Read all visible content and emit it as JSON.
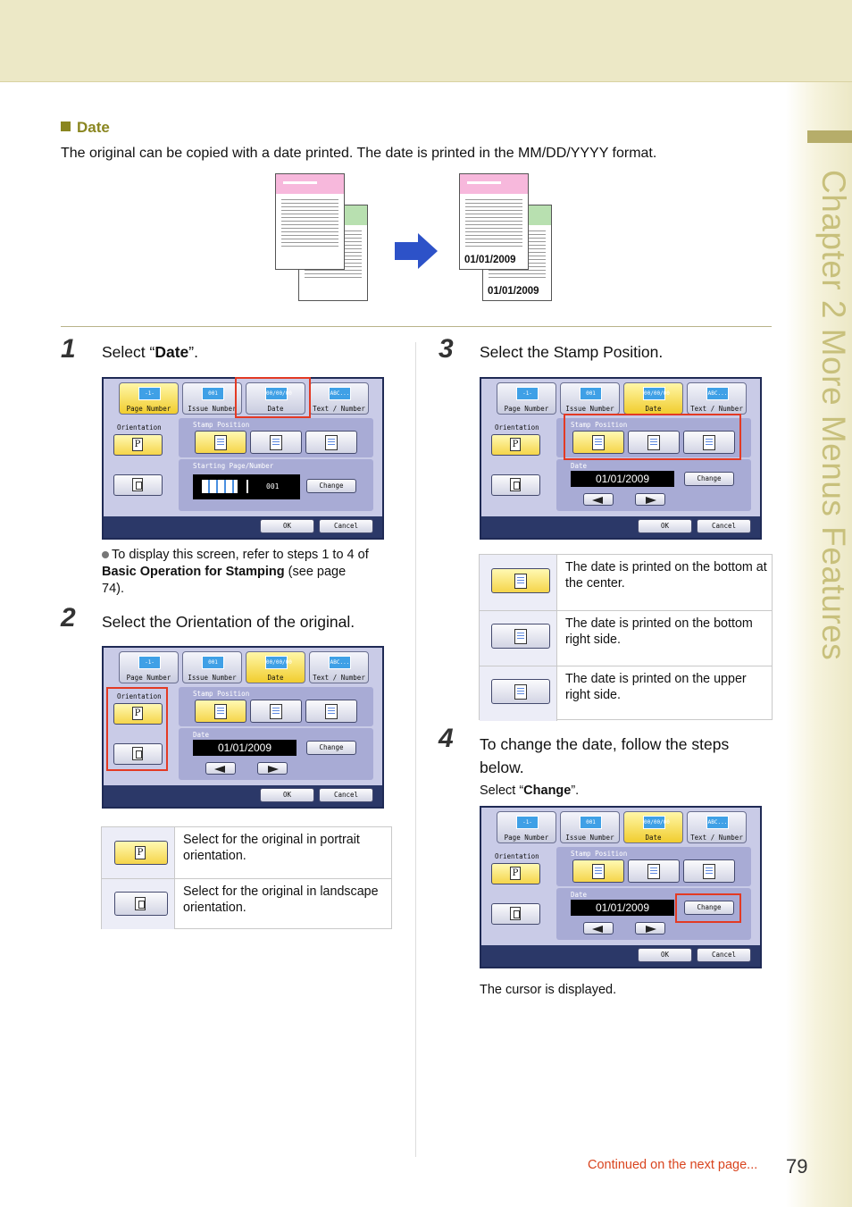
{
  "chapter": "Chapter 2   More Menus Features",
  "section": {
    "heading": "Date",
    "intro": "The original can be copied with a date printed. The date is printed in the MM/DD/YYYY format."
  },
  "illustration": {
    "stamp_front": "01/01/2009",
    "stamp_back": "01/01/2009"
  },
  "steps": [
    {
      "num": "1",
      "text_prefix": "Select “",
      "text_bold": "Date",
      "text_suffix": "”.",
      "note_line1": "To display this screen, refer to steps 1 to 4 of",
      "note_bold": "Basic Operation for Stamping",
      "note_rest": " (see page",
      "note_line3": "74)."
    },
    {
      "num": "2",
      "text": "Select the Orientation of the original."
    },
    {
      "num": "3",
      "text": "Select the Stamp Position."
    },
    {
      "num": "4",
      "text": "To change the date, follow the steps below.",
      "sub_prefix": "Select “",
      "sub_bold": "Change",
      "sub_suffix": "”.",
      "after": "The cursor is displayed."
    }
  ],
  "screen": {
    "tabs": [
      {
        "icon": "-1-",
        "label": "Page Number"
      },
      {
        "icon": "001",
        "label": "Issue Number"
      },
      {
        "icon": "00/00/00",
        "label": "Date"
      },
      {
        "icon": "ABC...",
        "label": "Text / Number"
      }
    ],
    "orientation_label": "Orientation",
    "stamp_position_label": "Stamp Position",
    "starting_label": "Starting Page/Number",
    "starting_value": "001",
    "date_label": "Date",
    "date_value": "01/01/2009",
    "change": "Change",
    "ok": "OK",
    "cancel": "Cancel",
    "p_glyph": "P"
  },
  "orientation_table": [
    {
      "text": "Select for the original in portrait orientation."
    },
    {
      "text": "Select for the original in landscape orientation."
    }
  ],
  "position_table": [
    {
      "text": "The date is printed on the bottom at the center."
    },
    {
      "text": "The date is printed on the bottom right side."
    },
    {
      "text": "The date is printed on the upper right side."
    }
  ],
  "footer": {
    "continued": "Continued on the next page...",
    "page_number": "79"
  },
  "colors": {
    "accent": "#8a8620",
    "highlight": "#e33a24",
    "continued": "#d9441e"
  }
}
